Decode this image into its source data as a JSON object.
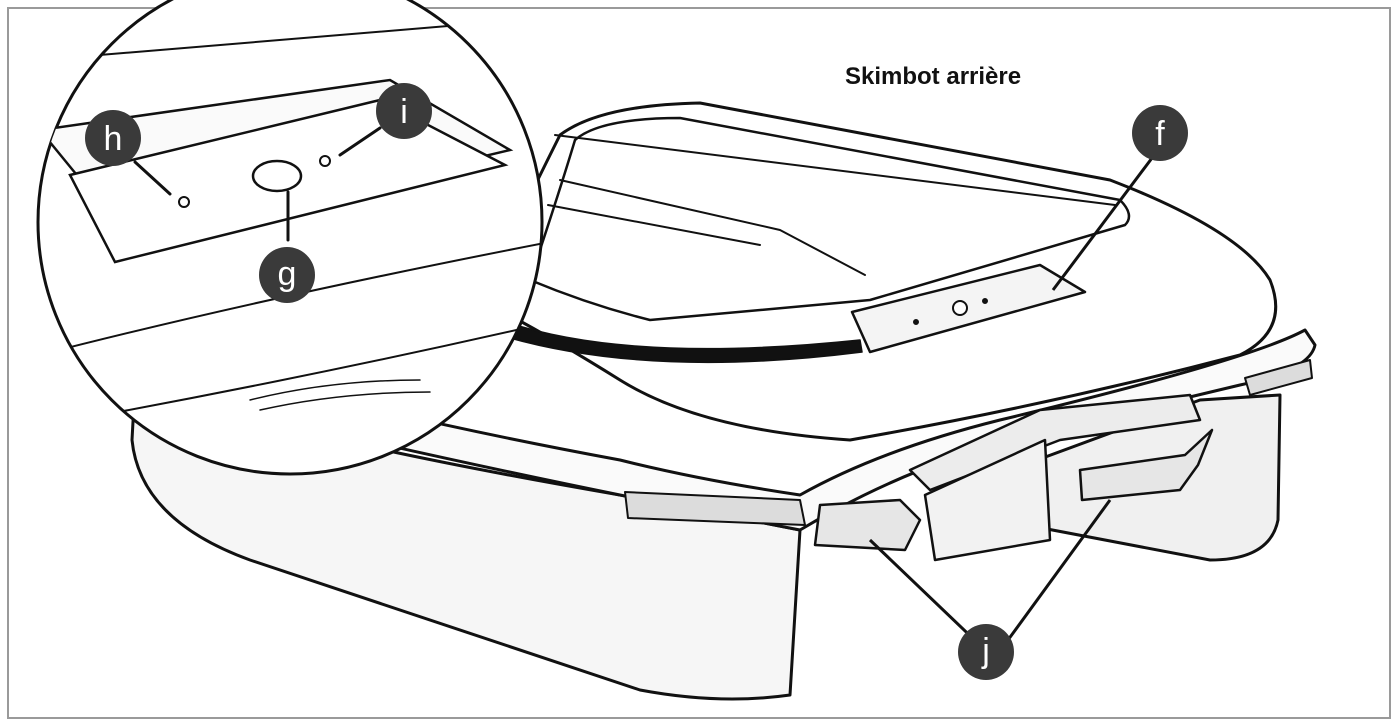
{
  "title": "Skimbot arrière",
  "callouts": {
    "f": "f",
    "g": "g",
    "h": "h",
    "i": "i",
    "j": "j"
  },
  "colors": {
    "badge": "#3a3a3a",
    "line": "#111111",
    "frame": "#9a9a9a",
    "shade": "#e6e6e6"
  }
}
